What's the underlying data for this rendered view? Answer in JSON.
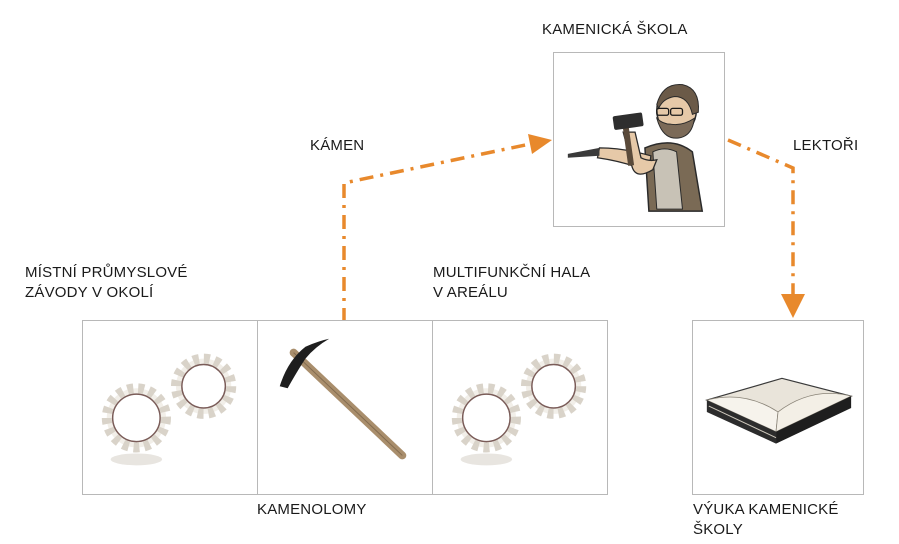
{
  "colors": {
    "arrow": "#e8892c",
    "box_border": "#b8b8b8",
    "text": "#1a1a1a"
  },
  "nodes": {
    "school": {
      "title": "KAMENICKÁ ŠKOLA",
      "icon": "stonemason-icon"
    },
    "factories": {
      "title_line1": "MÍSTNÍ PRŮMYSLOVÉ",
      "title_line2": "ZÁVODY V OKOLÍ",
      "icon": "gears-icon"
    },
    "quarries": {
      "title": "KAMENOLOMY",
      "icon": "pickaxe-icon"
    },
    "hall": {
      "title_line1": "MULTIFUNKČNÍ HALA",
      "title_line2": "V AREÁLU",
      "icon": "gears-icon"
    },
    "teaching": {
      "title_line1": "VÝUKA KAMENICKÉ",
      "title_line2": "ŠKOLY",
      "icon": "open-book-icon"
    }
  },
  "flows": {
    "stone": {
      "label": "KÁMEN",
      "from": "quarries",
      "to": "school"
    },
    "lecturers": {
      "label": "LEKTOŘI",
      "from": "school",
      "to": "teaching"
    }
  }
}
